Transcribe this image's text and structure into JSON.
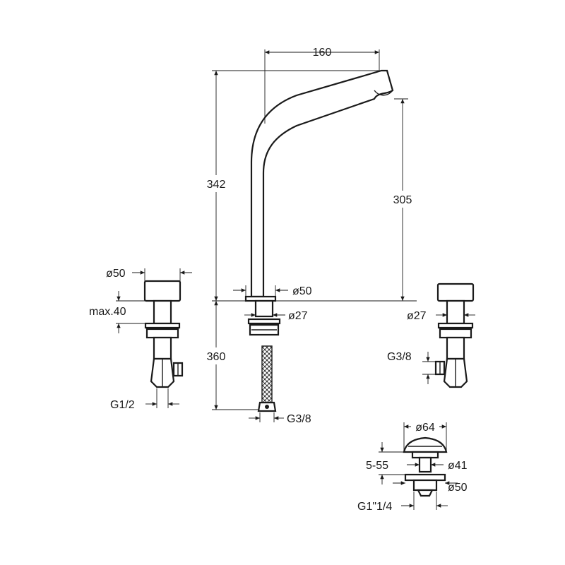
{
  "dimensions": {
    "spout_reach": "160",
    "overall_height": "342",
    "outlet_height": "305",
    "spout_base_diameter": "ø50",
    "spout_shank_diameter": "ø27",
    "below_deck_length": "360",
    "spout_hose_thread": "G3/8",
    "left_handle_diameter": "ø50",
    "left_max_deck": "max.40",
    "left_inlet_thread": "G1/2",
    "right_shank_diameter": "ø27",
    "right_outlet_thread": "G3/8",
    "waste_cap_diameter": "ø64",
    "waste_height_range": "5-55",
    "waste_body_diameter": "ø41",
    "waste_flange_diameter": "ø50",
    "waste_thread": "G1\"1/4"
  }
}
